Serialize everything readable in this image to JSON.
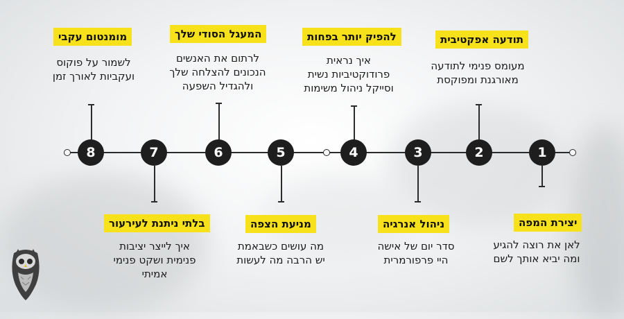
{
  "steps": [
    {
      "num": "1",
      "title": "יצירת המפה",
      "lines": [
        "לאן את רוצה להגיע",
        "ומה יביא אותך לשם"
      ]
    },
    {
      "num": "2",
      "title": "תודעה אפקטיבית",
      "lines": [
        "מעומס פנימי לתודעה",
        "מאורגנת ומפוקסת"
      ]
    },
    {
      "num": "3",
      "title": "ניהול אנרגיה",
      "lines": [
        "סדר יום של אישה",
        "היי פרפורמרית"
      ]
    },
    {
      "num": "4",
      "title": "להפיק יותר בפחות",
      "lines": [
        "איך נראית",
        "פרודוקטיביות נשית",
        "וסייקל ניהול משימות"
      ]
    },
    {
      "num": "5",
      "title": "מניעת הצפה",
      "lines": [
        "מה עושים כשבאמת",
        "יש הרבה מה לעשות"
      ]
    },
    {
      "num": "6",
      "title": "המעגל הסודי שלך",
      "lines": [
        "לרתום את האנשים",
        "הנכונים להצלחה שלך",
        "ולהגדיל השפעה"
      ]
    },
    {
      "num": "7",
      "title": "בלתי ניתנת לעירעור",
      "lines": [
        "איך לייצר יציבות",
        "פנימית ושקט פנימי",
        "אמיתי"
      ]
    },
    {
      "num": "8",
      "title": "מומנטום עקבי",
      "lines": [
        "לשמור על פוקוס",
        "ועקביות לאורך זמן"
      ]
    }
  ],
  "colors": {
    "accent": "#f7e11b",
    "node": "#1e1e1e",
    "line": "#2b2b2b"
  },
  "icons": {
    "logo": "owl-icon"
  }
}
